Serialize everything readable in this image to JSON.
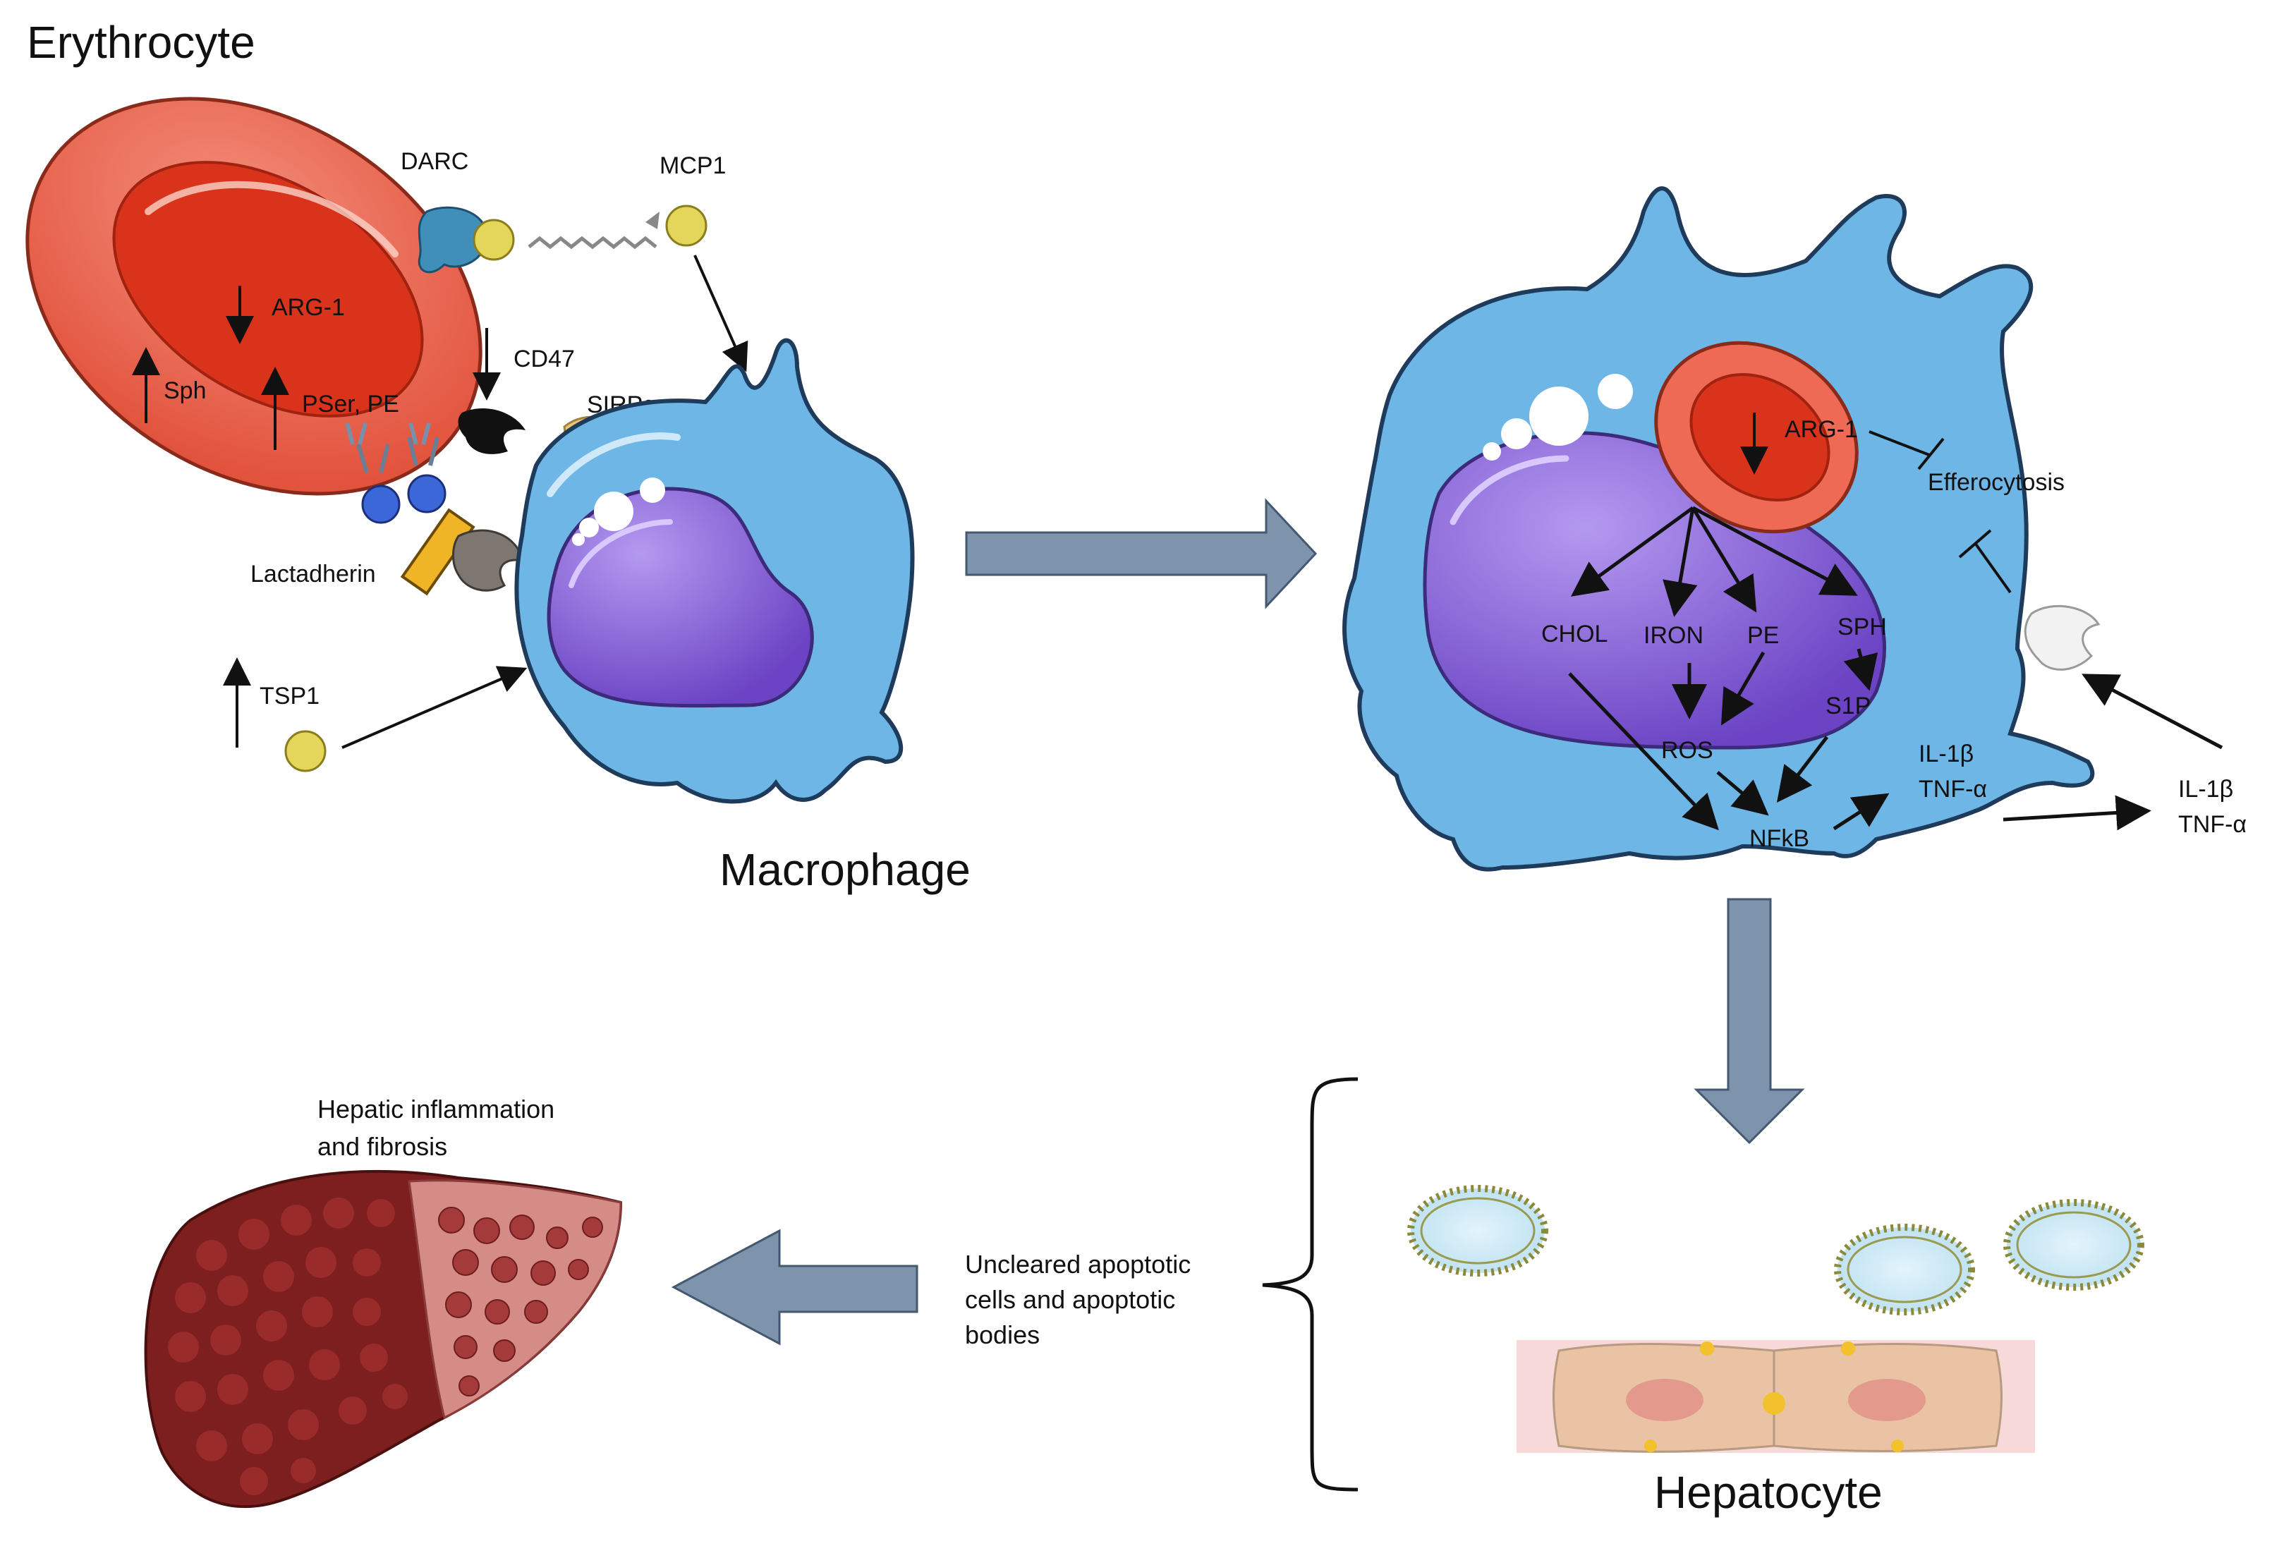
{
  "labels": {
    "erythrocyte": "Erythrocyte",
    "macrophage": "Macrophage",
    "hepatocyte": "Hepatocyte",
    "darc": "DARC",
    "mcp1": "MCP1",
    "arg1_left": "ARG-1",
    "sph": "Sph",
    "pser_pe": "PSer, PE",
    "cd47": "CD47",
    "sirpa": "SIRPα",
    "lactadherin": "Lactadherin",
    "tsp1": "TSP1",
    "arg1_right": "ARG-1",
    "efferocytosis": "Efferocytosis",
    "chol": "CHOL",
    "iron": "IRON",
    "pe": "PE",
    "sph_upper": "SPH",
    "ros": "ROS",
    "s1p": "S1P",
    "nfkb": "NFkB",
    "il1b_inner": "IL-1β",
    "tnfa_inner": "TNF-α",
    "il1b_outer": "IL-1β",
    "tnfa_outer": "TNF-α",
    "hepatic_line1": "Hepatic inflammation",
    "hepatic_line2": "and fibrosis",
    "uncleared_line1": "Uncleared apoptotic",
    "uncleared_line2": "cells and apoptotic",
    "uncleared_line3": "bodies"
  },
  "colors": {
    "rbc_outer": "#ee6a55",
    "rbc_inner": "#d9331c",
    "macrophage_body": "#6eb6e6",
    "macrophage_edge": "#1f3b5c",
    "nucleus": "#8a63d2",
    "nucleus_dark": "#5e3aa8",
    "big_arrow": "#7e93ac",
    "ligand_yellow": "#e4d65a",
    "liver_dark": "#7d1f1f",
    "hepatocyte_fill": "#e9c3a3"
  }
}
